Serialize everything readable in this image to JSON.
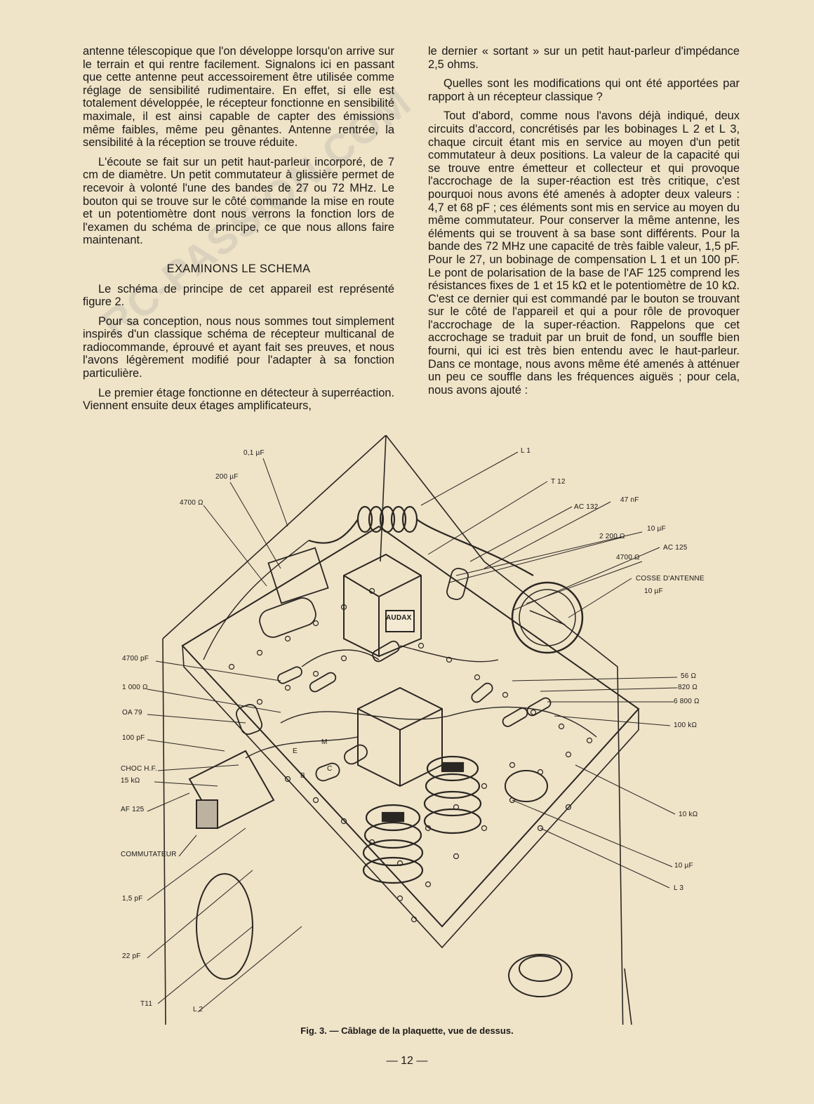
{
  "left_column": {
    "p1": "antenne télescopique que l'on développe lorsqu'on arrive sur le terrain et qui rentre facilement. Signalons ici en passant que cette antenne peut accessoirement être utilisée comme réglage de sensibilité rudimentaire. En effet, si elle est totalement développée, le récepteur fonctionne en sensibilité maximale, il est ainsi capable de capter des émissions même faibles, même peu gênantes. Antenne rentrée, la sensibilité à la réception se trouve réduite.",
    "p2": "L'écoute se fait sur un petit haut-parleur incorporé, de 7 cm de diamètre. Un petit commutateur à glissière permet de recevoir à volonté l'une des bandes de 27 ou 72 MHz. Le bouton qui se trouve sur le côté commande la mise en route et un potentiomètre dont nous verrons la fonction lors de l'examen du schéma de principe, ce que nous allons faire maintenant.",
    "heading": "EXAMINONS LE SCHEMA",
    "p3": "Le schéma de principe de cet appareil est représenté figure 2.",
    "p4": "Pour sa conception, nous nous sommes tout simplement inspirés d'un classique schéma de récepteur multicanal de radiocommande, éprouvé et ayant fait ses preuves, et nous l'avons légèrement modifié pour l'adapter à sa fonction particulière.",
    "p5": "Le premier étage fonctionne en détecteur à superréaction. Viennent ensuite deux étages amplificateurs,"
  },
  "right_column": {
    "p1": "le dernier « sortant » sur un petit haut-parleur d'impédance 2,5 ohms.",
    "p2": "Quelles sont les modifications qui ont été apportées par rapport à un récepteur classique ?",
    "p3": "Tout d'abord, comme nous l'avons déjà indiqué, deux circuits d'accord, concrétisés par les bobinages L 2 et L 3, chaque circuit étant mis en service au moyen d'un petit commutateur à deux positions. La valeur de la capacité qui se trouve entre émetteur et collecteur et qui provoque l'accrochage de la super-réaction est très critique, c'est pourquoi nous avons été amenés à adopter deux valeurs : 4,7 et 68 pF ; ces éléments sont mis en service au moyen du même commutateur. Pour conserver la même antenne, les éléments qui se trouvent à sa base sont différents. Pour la bande des 72 MHz une capacité de très faible valeur, 1,5 pF. Pour le 27, un bobinage de compensation L 1 et un 100 pF. Le pont de polarisation de la base de l'AF 125 comprend les résistances fixes de 1 et 15 kΩ et le potentiomètre de 10 kΩ. C'est ce dernier qui est commandé par le bouton se trouvant sur le côté de l'appareil et qui a pour rôle de provoquer l'accrochage de la super-réaction. Rappelons que cet accrochage se traduit par un bruit de fond, un souffle bien fourni, qui ici est très bien entendu avec le haut-parleur. Dans ce montage, nous avons même été amenés à atténuer un peu ce souffle dans les fréquences aiguës ; pour cela, nous avons ajouté :"
  },
  "figure": {
    "labels": {
      "c01": "0,1 µF",
      "c200": "200 µF",
      "r4700a": "4700 Ω",
      "l1": "L 1",
      "t12": "T 12",
      "ac132": "AC 132",
      "c47n": "47 nF",
      "c10a": "10 µF",
      "r2200": "2 200 Ω",
      "ac125": "AC 125",
      "r4700b": "4700 Ω",
      "cosse": "COSSE D'ANTENNE",
      "c10b": "10 µF",
      "c4700p": "4700 pF",
      "r1000": "1 000 Ω",
      "oa79": "OA 79",
      "c100p": "100 pF",
      "choc": "CHOC H.F.",
      "r15k": "15 kΩ",
      "af125": "AF 125",
      "commut": "COMMUTATEUR",
      "c15p": "1,5 pF",
      "c22p": "22 pF",
      "t11": "T11",
      "l2": "L 2",
      "r56": "56 Ω",
      "r820": "820 Ω",
      "r6800": "6 800 Ω",
      "r100k": "100 kΩ",
      "r10k": "10 kΩ",
      "c10c": "10 µF",
      "l3": "L 3",
      "pin_e": "E",
      "pin_b": "B",
      "pin_c": "C",
      "pin_m": "M",
      "audax": "AUDAX"
    },
    "caption": "Fig. 3. — Câblage de la plaquette, vue de dessus."
  },
  "watermark": "RC-PASSION.COM",
  "page_number": "— 12 —"
}
